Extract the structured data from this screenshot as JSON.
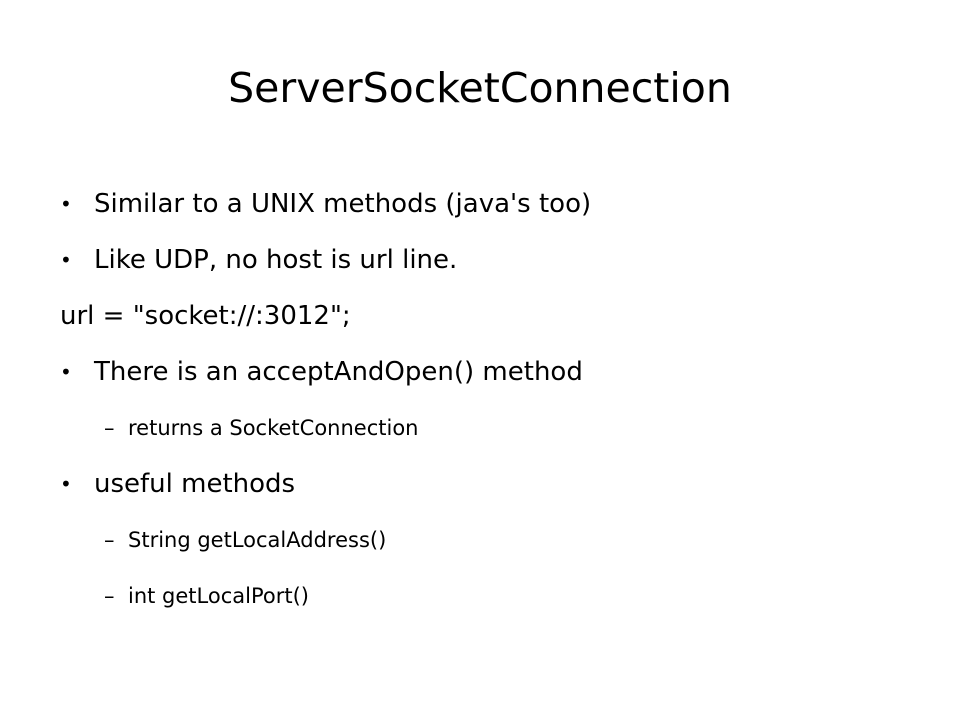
{
  "title": "ServerSocketConnection",
  "items": [
    {
      "level": 1,
      "text": "Similar to a UNIX methods (java's too)"
    },
    {
      "level": 1,
      "text": "Like UDP, no host is url line."
    },
    {
      "level": 0,
      "text": "url = \"socket://:3012\";"
    },
    {
      "level": 1,
      "text": "There is an acceptAndOpen() method"
    },
    {
      "level": 2,
      "text": "returns a SocketConnection"
    },
    {
      "level": 1,
      "text": "useful methods"
    },
    {
      "level": 2,
      "text": "String getLocalAddress()"
    },
    {
      "level": 2,
      "text": "int getLocalPort()"
    }
  ],
  "markers": {
    "bullet": "•",
    "dash": "–"
  }
}
